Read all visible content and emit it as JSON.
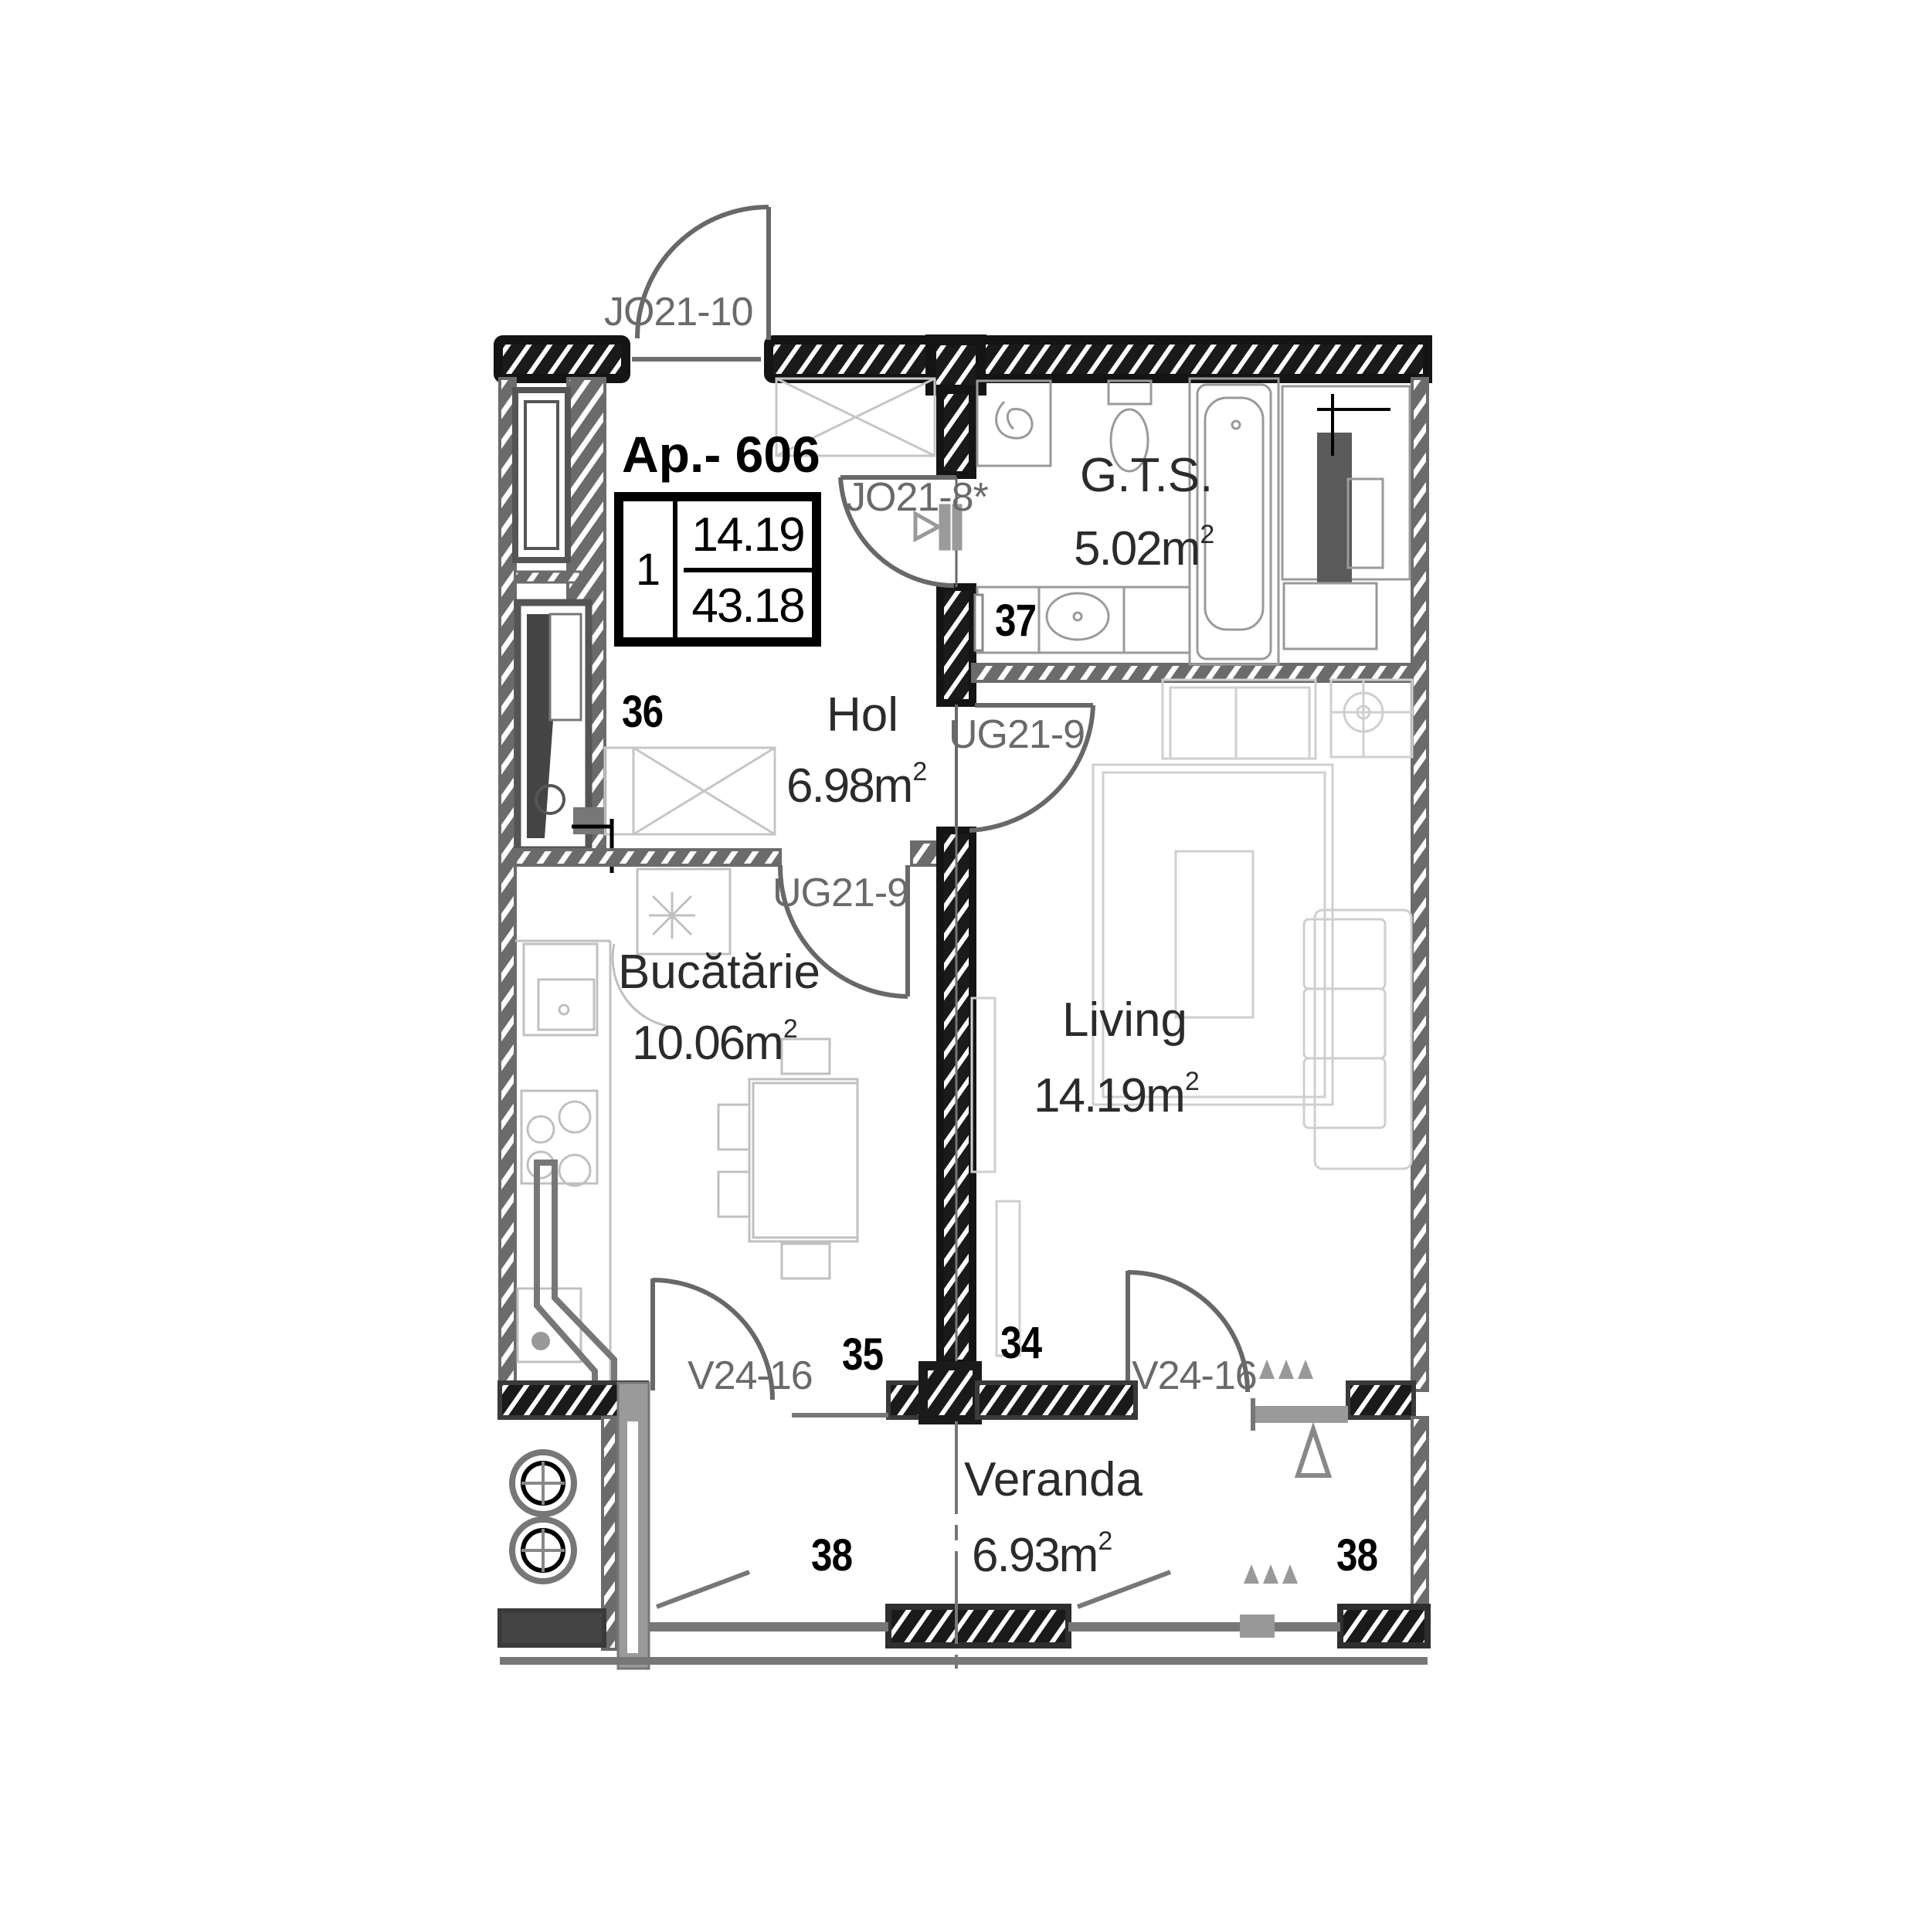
{
  "apartment": {
    "title": "Ap.- 606",
    "rooms_count": "1",
    "living_area": "14.19",
    "total_area": "43.18"
  },
  "rooms": [
    {
      "id": "hol",
      "name": "Hol",
      "area": "6.98m",
      "unit_sup": "2",
      "tag": "36"
    },
    {
      "id": "gts",
      "name": "G.T.S.",
      "area": "5.02m",
      "unit_sup": "2",
      "tag": "37"
    },
    {
      "id": "bucatarie",
      "name": "Bucătărie",
      "area": "10.06m",
      "unit_sup": "2",
      "tag": "35"
    },
    {
      "id": "living",
      "name": "Living",
      "area": "14.19m",
      "unit_sup": "2",
      "tag": "34"
    },
    {
      "id": "veranda",
      "name": "Veranda",
      "area": "6.93m",
      "unit_sup": "2",
      "tag_left": "38",
      "tag_right": "38"
    }
  ],
  "doors": {
    "entrance": "JO21-10",
    "bathroom": "JO21-8*",
    "living": "UG21-9",
    "kitchen": "UG21-9",
    "veranda_kitchen": "V24-16",
    "veranda_living": "V24-16"
  },
  "colors": {
    "wall_outer": "#141414",
    "wall_gray": "#6b6b6b",
    "fixture": "#bdbdbd",
    "door_line": "#686868",
    "text": "#2b2b2b"
  }
}
